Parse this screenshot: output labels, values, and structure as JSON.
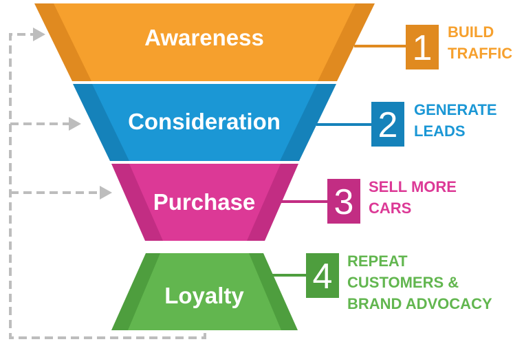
{
  "stages": [
    {
      "name": "Awareness",
      "step": "1",
      "goal_lines": [
        "BUILD",
        "TRAFFIC"
      ],
      "color": "#f6a02d",
      "shade": "#e08a20"
    },
    {
      "name": "Consideration",
      "step": "2",
      "goal_lines": [
        "GENERATE",
        "LEADS"
      ],
      "color": "#1b97d5",
      "shade": "#1582ba"
    },
    {
      "name": "Purchase",
      "step": "3",
      "goal_lines": [
        "SELL MORE",
        "CARS"
      ],
      "color": "#dc3996",
      "shade": "#c22d83"
    },
    {
      "name": "Loyalty",
      "step": "4",
      "goal_lines": [
        "REPEAT",
        "CUSTOMERS &",
        "BRAND ADVOCACY"
      ],
      "color": "#62b64f",
      "shade": "#4e9e3e"
    }
  ],
  "colors": {
    "flow_line": "#bdbdbd",
    "connector_awareness": "#e08a20"
  }
}
